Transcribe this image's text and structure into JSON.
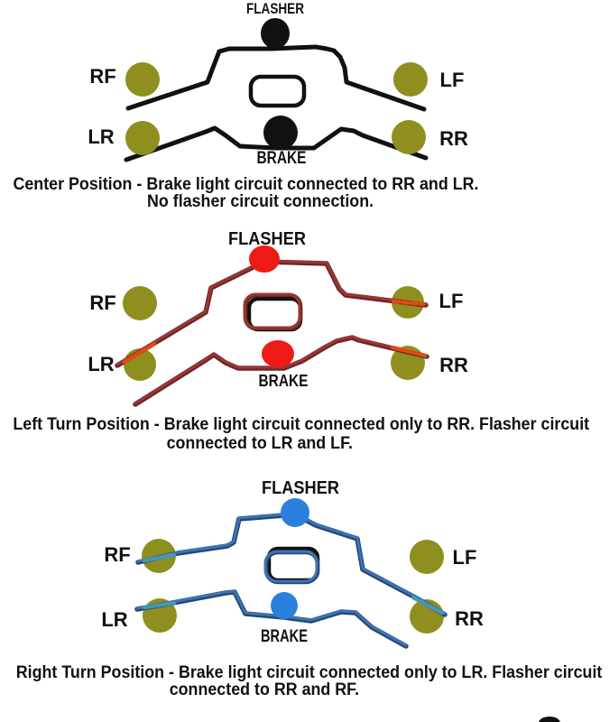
{
  "colors": {
    "olive": "#8f8f1f",
    "black": "#111111",
    "text": "#111111",
    "red_dot": "#ee1a15",
    "red_line": "#9a3636",
    "red_speck": "#702626",
    "orange_overlay": "#e04a10",
    "blue_dot": "#2b80dd",
    "blue_line": "#3d73bb",
    "blue_speck": "#27496e",
    "teal_overlay": "#4596b4"
  },
  "diagrams": [
    {
      "name": "center-position",
      "flasher_label": "FLASHER",
      "brake_label": "BRAKE",
      "rf": "RF",
      "lf": "LF",
      "lr": "LR",
      "rr": "RR",
      "caption_line1": "Center Position - Brake light circuit connected to RR and LR.",
      "caption_line2": "No flasher circuit connection."
    },
    {
      "name": "left-turn-position",
      "flasher_label": "FLASHER",
      "brake_label": "BRAKE",
      "rf": "RF",
      "lf": "LF",
      "lr": "LR",
      "rr": "RR",
      "caption_line1": "Left Turn Position - Brake light circuit connected only to RR. Flasher circuit",
      "caption_line2": "connected to LR and LF."
    },
    {
      "name": "right-turn-position",
      "flasher_label": "FLASHER",
      "brake_label": "BRAKE",
      "rf": "RF",
      "lf": "LF",
      "lr": "LR",
      "rr": "RR",
      "caption_line1": "Right Turn Position - Brake light circuit connected only to LR. Flasher circuit",
      "caption_line2": "connected to RR and RF."
    }
  ]
}
